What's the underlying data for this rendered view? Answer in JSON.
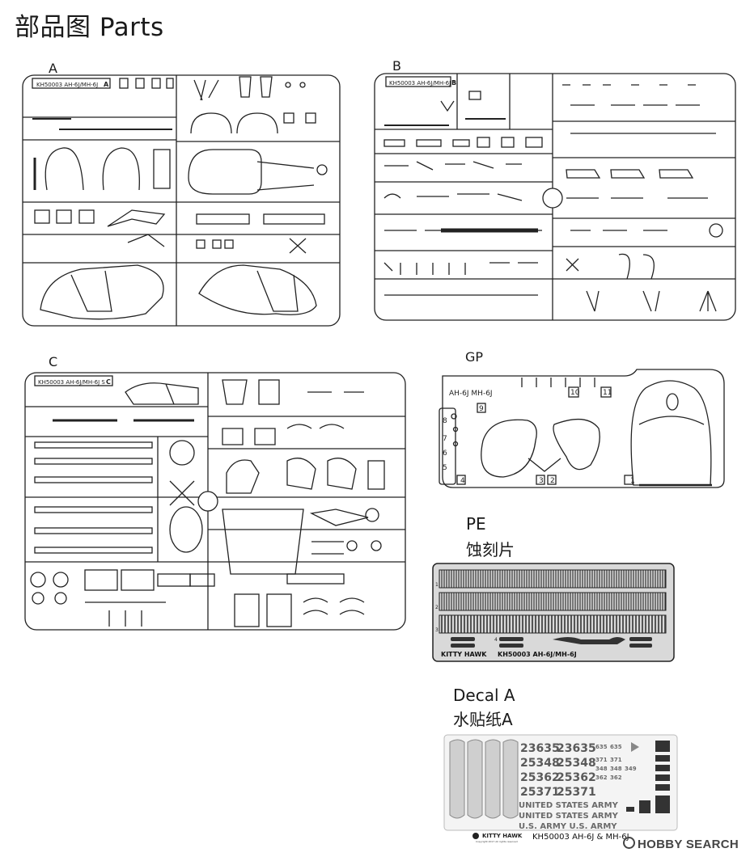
{
  "title": "部品图 Parts",
  "sprues": {
    "a": {
      "label": "A",
      "code": "KH50003  AH-6J/MH-6J",
      "letter": "A"
    },
    "b": {
      "label": "B",
      "code": "KH50003  AH-6J/MH-6J  S",
      "letter": "B"
    },
    "c": {
      "label": "C",
      "code": "KH50003  AH-6J/MH-6J  S",
      "letter": "C"
    },
    "gp": {
      "label": "GP",
      "code": "AH-6J  MH-6J",
      "numbers": [
        "1",
        "2",
        "3",
        "4",
        "5",
        "6",
        "7",
        "8",
        "9",
        "10",
        "11"
      ]
    }
  },
  "pe": {
    "label": "PE",
    "label_cn": "蚀刻片",
    "brand": "KITTY HAWK",
    "code": "KH50003 AH-6J/MH-6J",
    "numbers": [
      "1",
      "2",
      "3",
      "4"
    ]
  },
  "decal": {
    "label": "Decal A",
    "label_cn": "水贴纸A",
    "serials": [
      [
        "23635",
        "23635"
      ],
      [
        "25348",
        "25348"
      ],
      [
        "25362",
        "25362"
      ],
      [
        "25371",
        "25371"
      ]
    ],
    "small_serials": [
      [
        "635",
        "635"
      ],
      [
        "371",
        "371"
      ],
      [
        "348",
        "348",
        "349"
      ],
      [
        "362",
        "362"
      ]
    ],
    "army_lines": [
      "UNITED STATES ARMY",
      "UNITED STATES ARMY",
      "U.S. ARMY  U.S. ARMY"
    ],
    "brand": "KITTY HAWK",
    "product": "KH50003  AH-6J & MH-6J",
    "copyright": "Copyright 2017  All rights reserved"
  },
  "watermark": {
    "icon": "hobby-search-logo-icon",
    "text": "HOBBY SEARCH"
  }
}
